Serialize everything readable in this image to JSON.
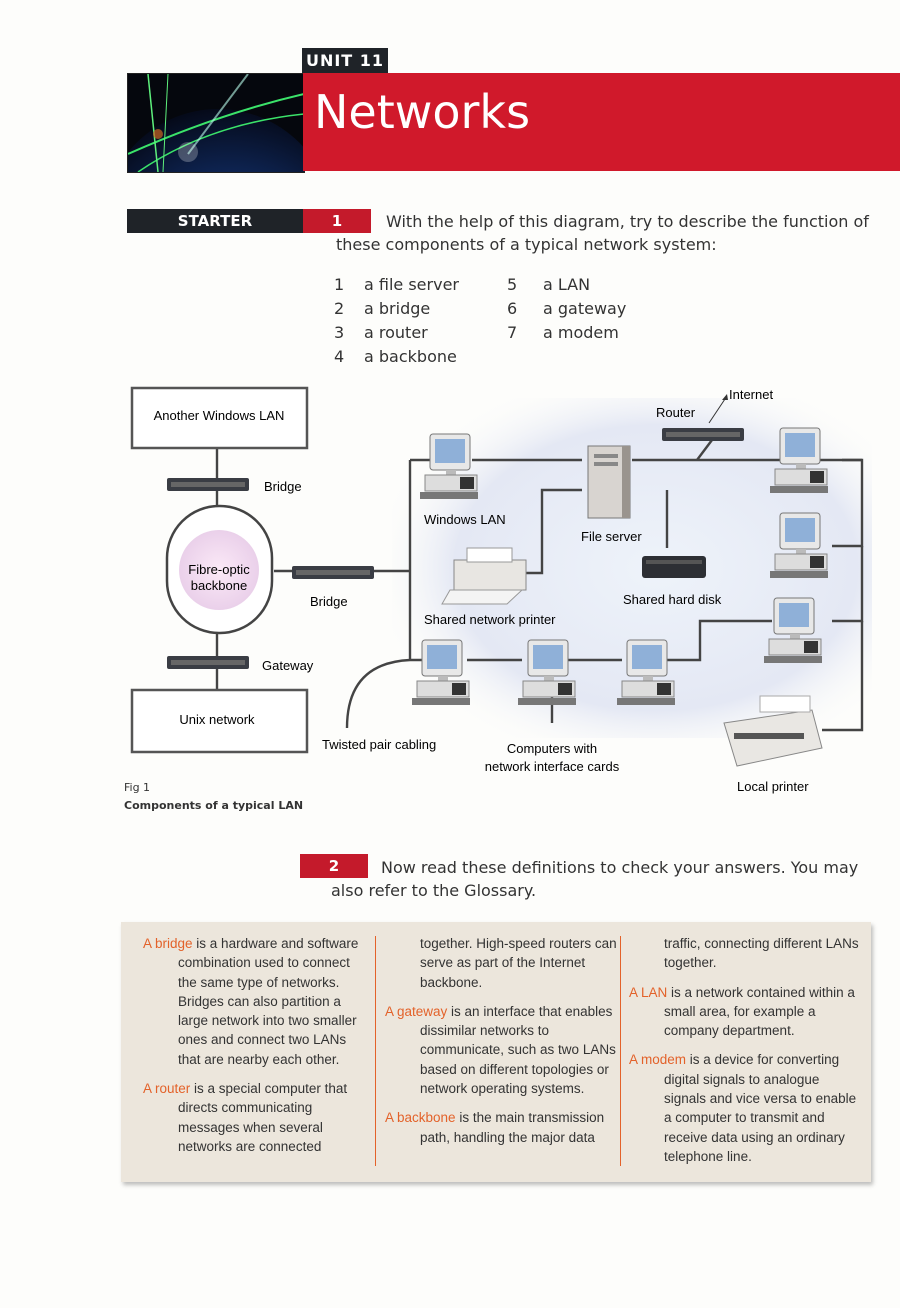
{
  "header": {
    "unit_label": "UNIT 11",
    "title": "Networks",
    "colors": {
      "bar": "#d0192b",
      "dark": "#1f2328"
    }
  },
  "starter": {
    "band_label": "STARTER",
    "number": "1",
    "instruction": "With the help of this diagram, try to describe the function of these components of a typical network system:",
    "components_left": [
      {
        "n": "1",
        "label": "a file server"
      },
      {
        "n": "2",
        "label": "a bridge"
      },
      {
        "n": "3",
        "label": "a router"
      },
      {
        "n": "4",
        "label": "a backbone"
      }
    ],
    "components_right": [
      {
        "n": "5",
        "label": "a LAN"
      },
      {
        "n": "6",
        "label": "a gateway"
      },
      {
        "n": "7",
        "label": "a modem"
      }
    ]
  },
  "diagram": {
    "another_lan": "Another Windows LAN",
    "bridge_top": "Bridge",
    "backbone_line1": "Fibre-optic",
    "backbone_line2": "backbone",
    "bridge_mid": "Bridge",
    "gateway": "Gateway",
    "unix": "Unix network",
    "twisted": "Twisted pair cabling",
    "windows_lan": "Windows LAN",
    "file_server": "File server",
    "shared_printer": "Shared network printer",
    "shared_disk": "Shared hard disk",
    "router": "Router",
    "internet": "Internet",
    "nic_line1": "Computers with",
    "nic_line2": "network interface cards",
    "local_printer": "Local printer"
  },
  "figure": {
    "label": "Fig 1",
    "caption": "Components of a typical LAN"
  },
  "question2": {
    "number": "2",
    "text": "Now read these definitions to check your answers. You may also refer to the Glossary."
  },
  "definitions": {
    "col1": {
      "bridge_term": "A bridge",
      "bridge_text": " is a hardware and software combination used to connect the same type of networks. Bridges can also partition a large network into two smaller ones and connect two LANs that are nearby each other.",
      "router_term": "A router",
      "router_text": " is a special computer that directs communicating messages when several networks are connected"
    },
    "col2": {
      "router_cont": "together. High-speed routers can serve as part of the Internet backbone.",
      "gateway_term": "A gateway",
      "gateway_text": " is an interface that enables dissimilar networks to communicate, such as two LANs based on different topologies or network operating systems.",
      "backbone_term": "A backbone",
      "backbone_text": " is the main transmission path, handling the major data"
    },
    "col3": {
      "backbone_cont": "traffic, connecting different LANs together.",
      "lan_term": "A LAN",
      "lan_text": " is a network contained within a small area, for example a company department.",
      "modem_term": "A modem",
      "modem_text": " is a device for converting digital signals to analogue signals and vice versa to enable a computer to transmit and receive data using an ordinary telephone line."
    }
  }
}
